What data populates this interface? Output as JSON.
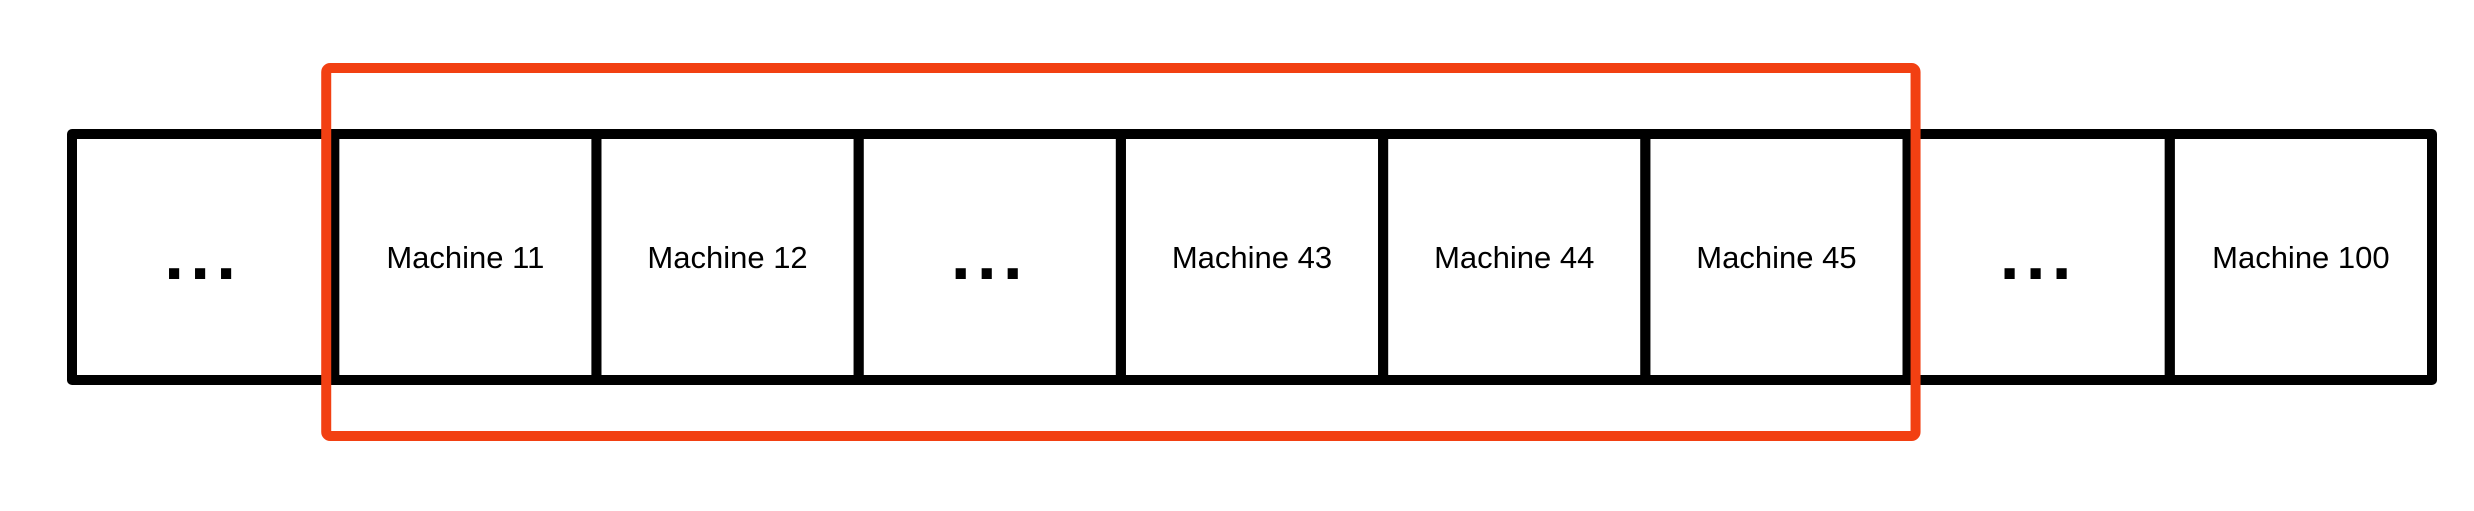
{
  "colors": {
    "cell_stroke": "#000000",
    "highlight_stroke": "#f24012",
    "background": "#ffffff"
  },
  "cells": [
    {
      "label": "...",
      "kind": "ellipsis"
    },
    {
      "label": "Machine 11",
      "kind": "machine"
    },
    {
      "label": "Machine 12",
      "kind": "machine"
    },
    {
      "label": "...",
      "kind": "ellipsis"
    },
    {
      "label": "Machine 43",
      "kind": "machine"
    },
    {
      "label": "Machine 44",
      "kind": "machine"
    },
    {
      "label": "Machine 45",
      "kind": "machine"
    },
    {
      "label": "...",
      "kind": "ellipsis"
    },
    {
      "label": "Machine 100",
      "kind": "machine"
    }
  ],
  "highlight": {
    "first_cell": 1,
    "last_cell": 6
  }
}
